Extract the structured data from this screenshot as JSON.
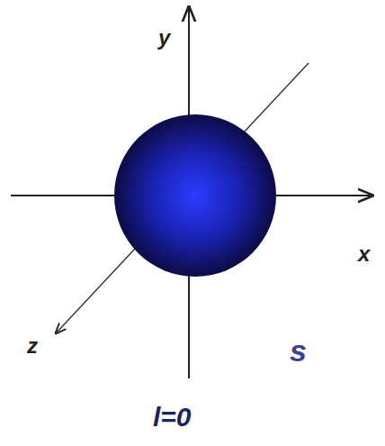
{
  "diagram": {
    "labels": [
      "y",
      "x",
      "z",
      "s",
      "l=0"
    ]
  }
}
